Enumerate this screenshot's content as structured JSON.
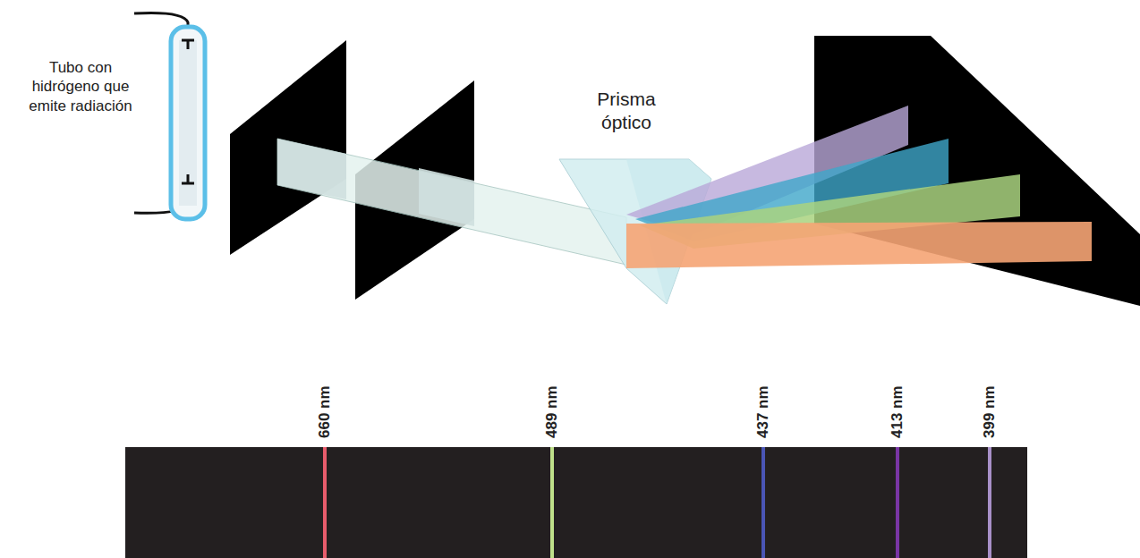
{
  "diagram": {
    "labels": [
      "Tubo con hidrógeno que emite radiación",
      "Prisma óptico",
      "660 nm",
      "489 nm",
      "437 nm",
      "413 nm",
      "399 nm"
    ]
  }
}
